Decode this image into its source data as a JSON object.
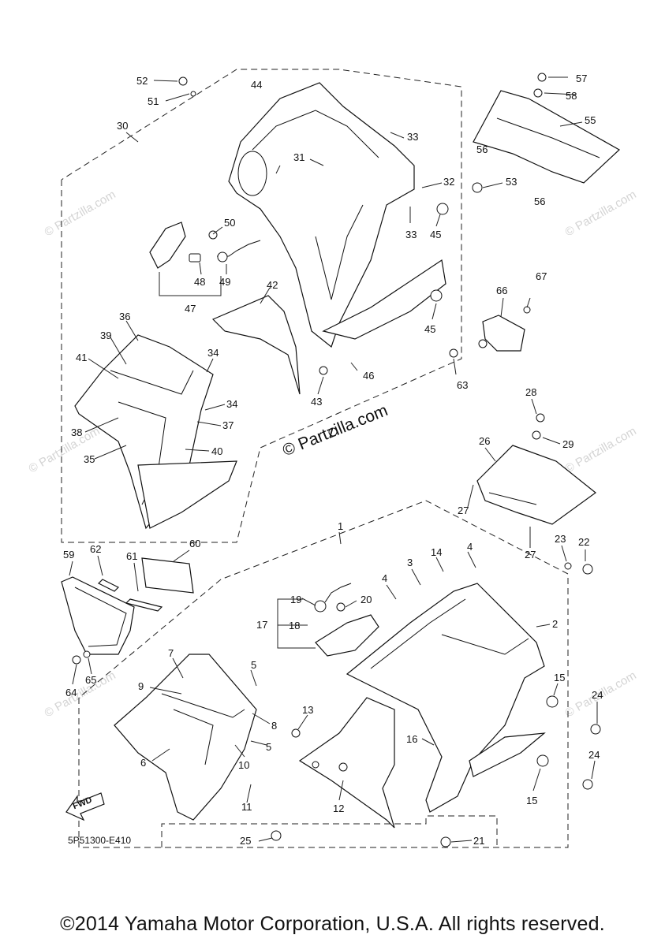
{
  "diagram": {
    "code": "5P51300-E410",
    "watermark": "© Partzilla.com",
    "fwd_label": "FWD",
    "copyright": "©2014 Yamaha Motor Corporation, U.S.A. All rights reserved."
  },
  "callouts": [
    {
      "id": "c1",
      "label": "1"
    },
    {
      "id": "c2",
      "label": "2"
    },
    {
      "id": "c3",
      "label": "3"
    },
    {
      "id": "c4a",
      "label": "4"
    },
    {
      "id": "c4b",
      "label": "4"
    },
    {
      "id": "c5a",
      "label": "5"
    },
    {
      "id": "c5b",
      "label": "5"
    },
    {
      "id": "c6",
      "label": "6"
    },
    {
      "id": "c7",
      "label": "7"
    },
    {
      "id": "c8",
      "label": "8"
    },
    {
      "id": "c9",
      "label": "9"
    },
    {
      "id": "c10",
      "label": "10"
    },
    {
      "id": "c11",
      "label": "11"
    },
    {
      "id": "c12",
      "label": "12"
    },
    {
      "id": "c13",
      "label": "13"
    },
    {
      "id": "c14",
      "label": "14"
    },
    {
      "id": "c15a",
      "label": "15"
    },
    {
      "id": "c15b",
      "label": "15"
    },
    {
      "id": "c16",
      "label": "16"
    },
    {
      "id": "c17",
      "label": "17"
    },
    {
      "id": "c18",
      "label": "18"
    },
    {
      "id": "c19",
      "label": "19"
    },
    {
      "id": "c20",
      "label": "20"
    },
    {
      "id": "c21",
      "label": "21"
    },
    {
      "id": "c22",
      "label": "22"
    },
    {
      "id": "c23",
      "label": "23"
    },
    {
      "id": "c24a",
      "label": "24"
    },
    {
      "id": "c24b",
      "label": "24"
    },
    {
      "id": "c25",
      "label": "25"
    },
    {
      "id": "c26",
      "label": "26"
    },
    {
      "id": "c27a",
      "label": "27"
    },
    {
      "id": "c27b",
      "label": "27"
    },
    {
      "id": "c28",
      "label": "28"
    },
    {
      "id": "c29",
      "label": "29"
    },
    {
      "id": "c30",
      "label": "30"
    },
    {
      "id": "c31",
      "label": "31"
    },
    {
      "id": "c32",
      "label": "32"
    },
    {
      "id": "c33a",
      "label": "33"
    },
    {
      "id": "c33b",
      "label": "33"
    },
    {
      "id": "c34a",
      "label": "34"
    },
    {
      "id": "c34b",
      "label": "34"
    },
    {
      "id": "c35",
      "label": "35"
    },
    {
      "id": "c36",
      "label": "36"
    },
    {
      "id": "c37",
      "label": "37"
    },
    {
      "id": "c38",
      "label": "38"
    },
    {
      "id": "c39",
      "label": "39"
    },
    {
      "id": "c40",
      "label": "40"
    },
    {
      "id": "c41",
      "label": "41"
    },
    {
      "id": "c42",
      "label": "42"
    },
    {
      "id": "c43",
      "label": "43"
    },
    {
      "id": "c44",
      "label": "44"
    },
    {
      "id": "c45a",
      "label": "45"
    },
    {
      "id": "c45b",
      "label": "45"
    },
    {
      "id": "c46",
      "label": "46"
    },
    {
      "id": "c47",
      "label": "47"
    },
    {
      "id": "c48",
      "label": "48"
    },
    {
      "id": "c49",
      "label": "49"
    },
    {
      "id": "c50",
      "label": "50"
    },
    {
      "id": "c51",
      "label": "51"
    },
    {
      "id": "c52",
      "label": "52"
    },
    {
      "id": "c53",
      "label": "53"
    },
    {
      "id": "c55",
      "label": "55"
    },
    {
      "id": "c56a",
      "label": "56"
    },
    {
      "id": "c56b",
      "label": "56"
    },
    {
      "id": "c57",
      "label": "57"
    },
    {
      "id": "c58",
      "label": "58"
    },
    {
      "id": "c59",
      "label": "59"
    },
    {
      "id": "c60",
      "label": "60"
    },
    {
      "id": "c61",
      "label": "61"
    },
    {
      "id": "c62",
      "label": "62"
    },
    {
      "id": "c63",
      "label": "63"
    },
    {
      "id": "c64",
      "label": "64"
    },
    {
      "id": "c65",
      "label": "65"
    },
    {
      "id": "c66",
      "label": "66"
    },
    {
      "id": "c67",
      "label": "67"
    }
  ]
}
